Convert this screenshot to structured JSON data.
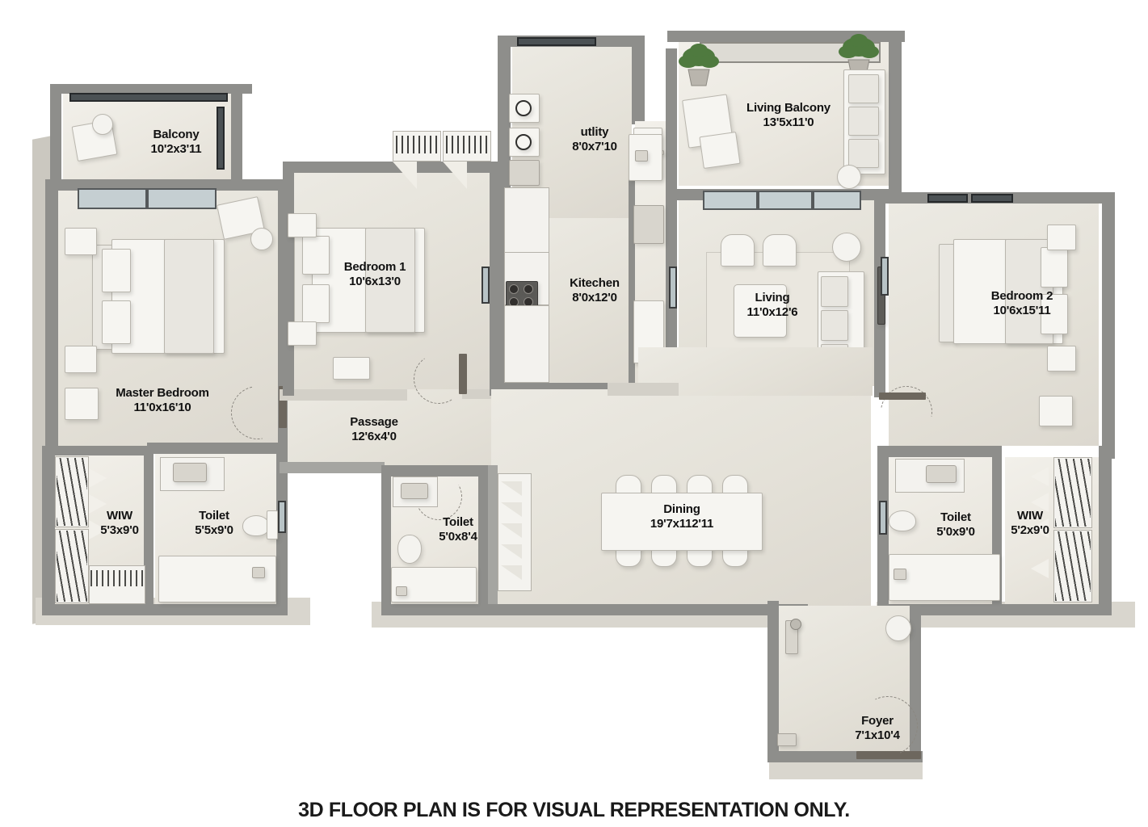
{
  "caption": "3D FLOOR PLAN IS FOR VISUAL REPRESENTATION ONLY.",
  "colors": {
    "wall": "#8e8e8b",
    "floor": "#e9e6df",
    "furniture": "#f6f5f1",
    "window": "#4b5154",
    "text": "#111111",
    "background": "#ffffff"
  },
  "rooms": [
    {
      "id": "balcony",
      "name": "Balcony",
      "dimensions": "10'2x3'11"
    },
    {
      "id": "master-bedroom",
      "name": "Master Bedroom",
      "dimensions": "11'0x16'10"
    },
    {
      "id": "wiw-left",
      "name": "WIW",
      "dimensions": "5'3x9'0"
    },
    {
      "id": "toilet-left",
      "name": "Toilet",
      "dimensions": "5'5x9'0"
    },
    {
      "id": "bedroom-1",
      "name": "Bedroom 1",
      "dimensions": "10'6x13'0"
    },
    {
      "id": "passage",
      "name": "Passage",
      "dimensions": "12'6x4'0"
    },
    {
      "id": "toilet-middle",
      "name": "Toilet",
      "dimensions": "5'0x8'4"
    },
    {
      "id": "utility",
      "name": "utlity",
      "dimensions": "8'0x7'10"
    },
    {
      "id": "kitchen",
      "name": "Kitechen",
      "dimensions": "8'0x12'0"
    },
    {
      "id": "living-balcony",
      "name": "Living Balcony",
      "dimensions": "13'5x11'0"
    },
    {
      "id": "living",
      "name": "Living",
      "dimensions": "11'0x12'6"
    },
    {
      "id": "dining",
      "name": "Dining",
      "dimensions": "19'7x112'11"
    },
    {
      "id": "bedroom-2",
      "name": "Bedroom 2",
      "dimensions": "10'6x15'11"
    },
    {
      "id": "toilet-right",
      "name": "Toilet",
      "dimensions": "5'0x9'0"
    },
    {
      "id": "wiw-right",
      "name": "WIW",
      "dimensions": "5'2x9'0"
    },
    {
      "id": "foyer",
      "name": "Foyer",
      "dimensions": "7'1x10'4"
    }
  ],
  "fixtures": {
    "washing_machine": "washing-machine-icon",
    "dryer": "dryer-icon",
    "hob": "cooktop-icon",
    "sink": "sink-icon",
    "wc": "toilet-fixture-icon",
    "bathtub": "bathtub-icon",
    "wardrobe": "wardrobe-icon",
    "plant": "potted-plant-icon"
  }
}
